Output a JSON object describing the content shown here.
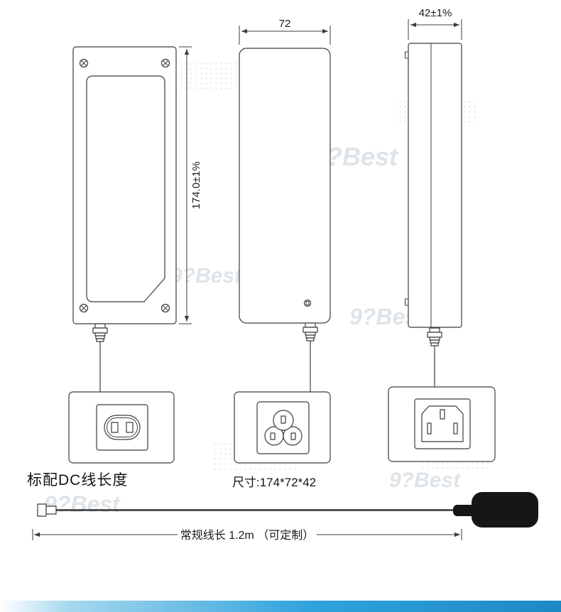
{
  "page": {
    "background": "#ffffff",
    "footer_bar": {
      "color_left": "#a8d8ef",
      "color_right": "#1d89c4"
    }
  },
  "drawing": {
    "front_view": {
      "label": "front view with product label window and corner screws",
      "height_dim": "174.0±1%"
    },
    "back_view": {
      "label": "back view",
      "width_dim": "72"
    },
    "side_view": {
      "label": "side view",
      "depth_dim": "42±1%"
    },
    "inlets": [
      "c8-figure8-inlet",
      "c5-cloverleaf-inlet",
      "c14-inlet"
    ]
  },
  "captions": {
    "dc_cable_title": "标配DC线长度",
    "size_label": "尺寸:174*72*42",
    "cable_length_label": "常规线长 1.2m （可定制）"
  },
  "watermark": {
    "text": "9?Best"
  }
}
